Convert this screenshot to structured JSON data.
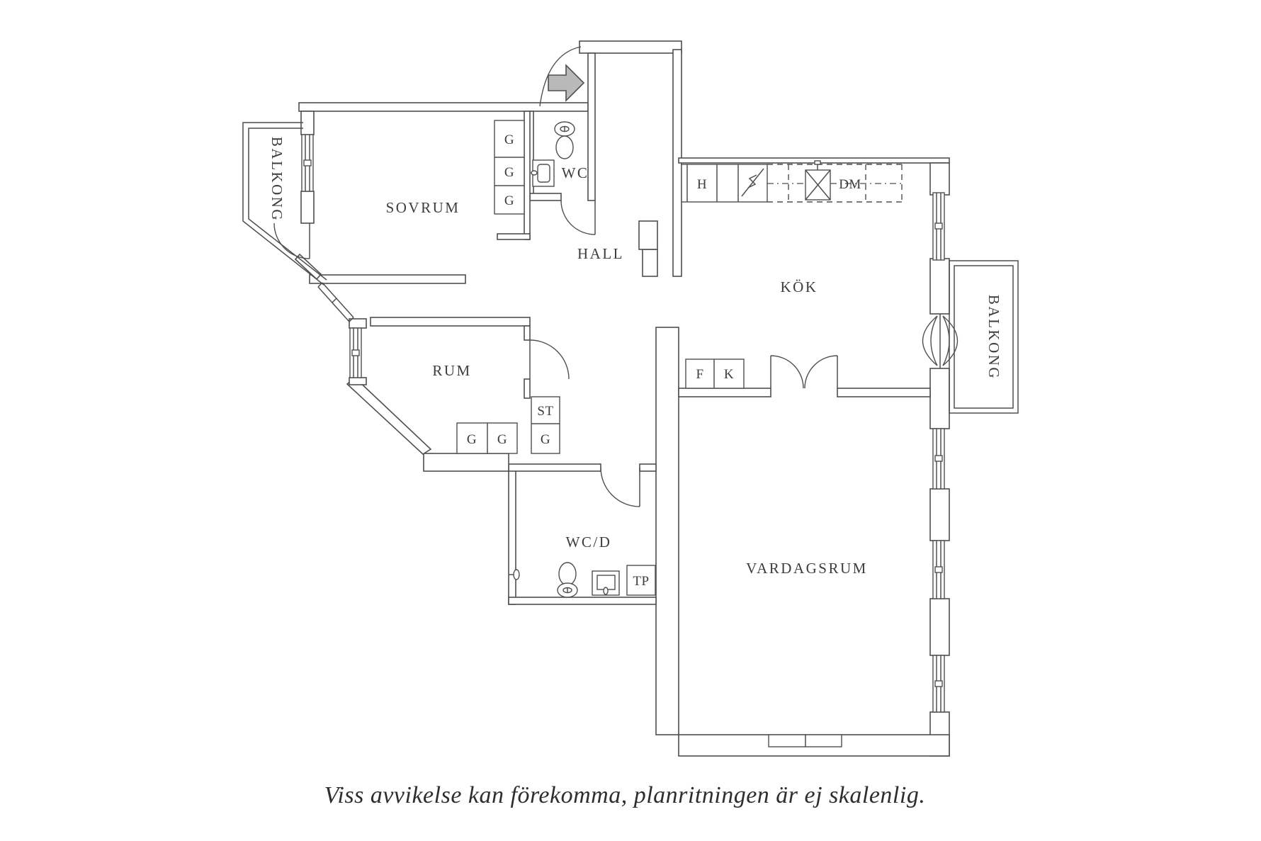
{
  "plan": {
    "rooms": [
      {
        "id": "sovrum",
        "label": "SOVRUM"
      },
      {
        "id": "wc",
        "label": "WC"
      },
      {
        "id": "hall",
        "label": "HALL"
      },
      {
        "id": "kok",
        "label": "KÖK"
      },
      {
        "id": "rum",
        "label": "RUM"
      },
      {
        "id": "vardagsrum",
        "label": "VARDAGSRUM"
      },
      {
        "id": "wcd",
        "label": "WC/D"
      },
      {
        "id": "balkong_left",
        "label": "BALKONG"
      },
      {
        "id": "balkong_right",
        "label": "BALKONG"
      }
    ],
    "fixture_labels": {
      "garderob": "G",
      "stadskap": "ST",
      "hylla": "H",
      "diskmaskin": "DM",
      "frys": "F",
      "kyl": "K",
      "tvattpelare": "TP"
    }
  },
  "caption": "Viss avvikelse kan förekomma, planritningen är ej skalenlig.",
  "colors": {
    "line": "#4f4f4f",
    "arrow_fill": "#b9b9b9",
    "text": "#3d3d3d"
  }
}
